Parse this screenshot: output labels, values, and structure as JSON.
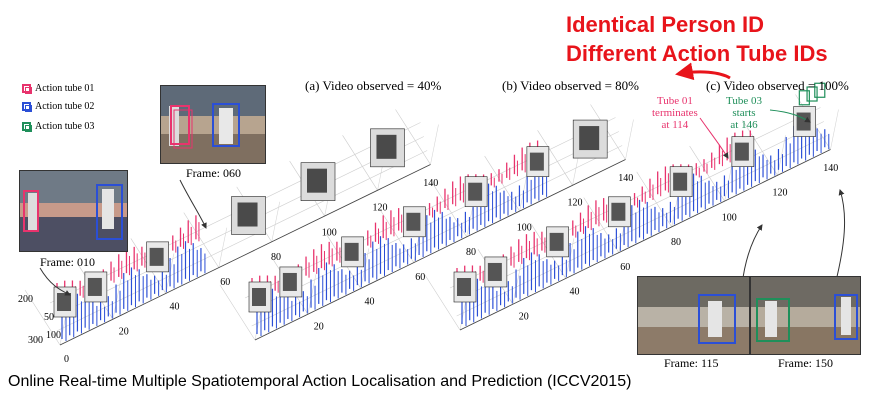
{
  "headline": {
    "line1": "Identical Person ID",
    "line2": "Different Action Tube IDs"
  },
  "caption": "Online Real-time Multiple Spatiotemporal Action Localisation and Prediction (ICCV2015)",
  "legend": [
    {
      "label": "Action tube 01",
      "color": "#e8336d"
    },
    {
      "label": "Action tube 02",
      "color": "#2b4fd6"
    },
    {
      "label": "Action tube 03",
      "color": "#1f8f5a"
    }
  ],
  "panels": [
    {
      "title": "(a) Video observed = 40%"
    },
    {
      "title": "(b) Video observed = 80%"
    },
    {
      "title": "(c) Video observed = 100%"
    }
  ],
  "annotations": {
    "tube01": "Tube 01\nterminates\nat 114",
    "tube03": "Tube 03\nstarts\nat 146"
  },
  "frames": {
    "f010": "Frame: 010",
    "f060": "Frame: 060",
    "f115": "Frame: 115",
    "f150": "Frame: 150"
  },
  "axis_ticks": {
    "frame_axis": [
      "20",
      "40",
      "60",
      "80",
      "100",
      "120",
      "140"
    ],
    "y_axis": [
      "0",
      "50",
      "100",
      "200",
      "300"
    ]
  },
  "colors": {
    "tube01": "#e8336d",
    "tube02": "#2b4fd6",
    "tube03": "#1f8f5a",
    "headline": "#e8141b"
  }
}
